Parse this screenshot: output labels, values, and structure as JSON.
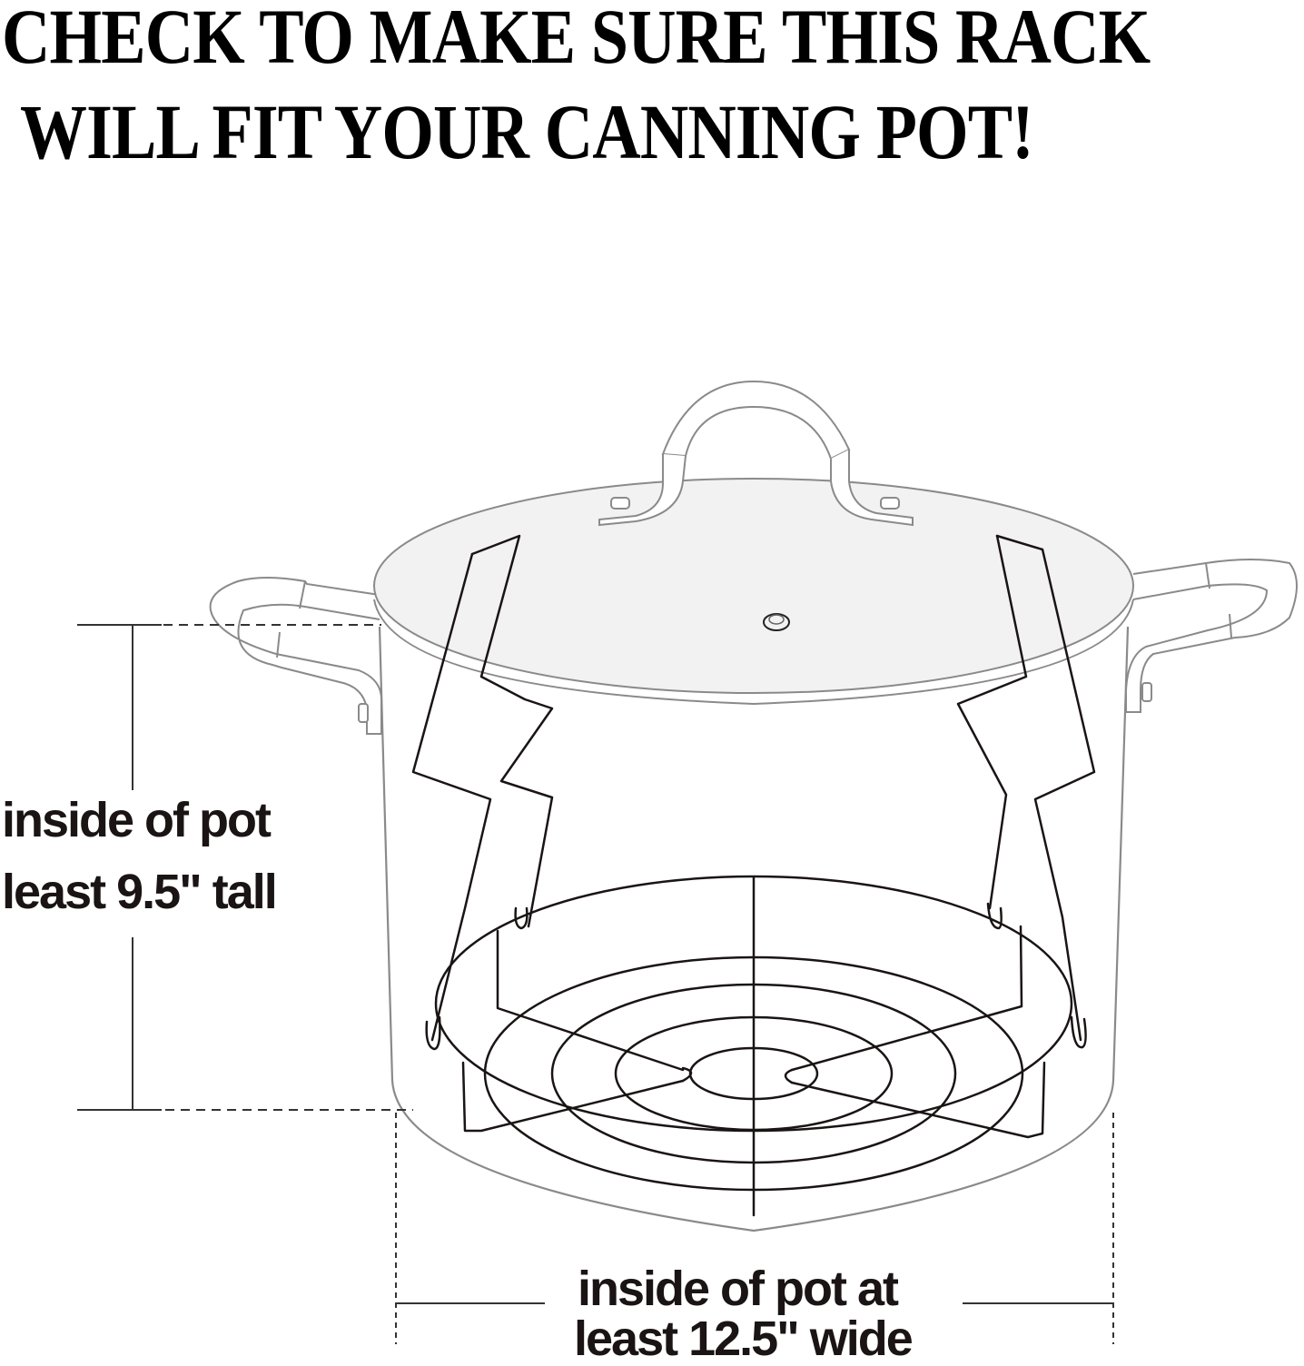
{
  "headline": {
    "line1": "CHECK TO MAKE SURE THIS RACK",
    "line2": "WILL FIT YOUR CANNING POT!"
  },
  "dimensions": {
    "height": {
      "line1": "inside of pot",
      "line2": "least 9.5\" tall",
      "value": "9.5\""
    },
    "width": {
      "line1": "inside of pot at",
      "line2": "least 12.5\" wide",
      "value": "12.5\""
    }
  },
  "illustration": {
    "subject": "canning pot with lid and wire canning rack inside",
    "colors": {
      "pot_outline": "#8a8a8a",
      "lid_fill": "#f2f2f2",
      "rack_wire": "#1a1414",
      "dimension_lines": "#333333",
      "text": "#1a1414"
    }
  }
}
